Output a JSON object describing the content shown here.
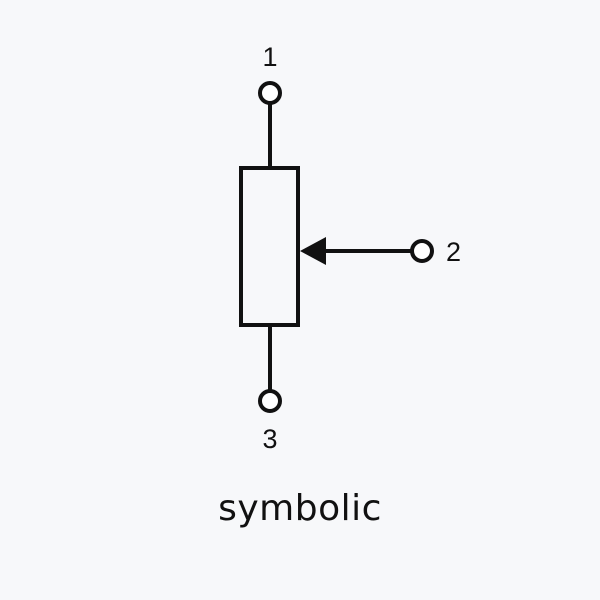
{
  "diagram": {
    "pins": {
      "top": "1",
      "wiper": "2",
      "bottom": "3"
    },
    "caption": "symbolic",
    "colors": {
      "line": "#111111",
      "background": "#f7f8fa",
      "terminal_fill": "#ffffff"
    }
  }
}
